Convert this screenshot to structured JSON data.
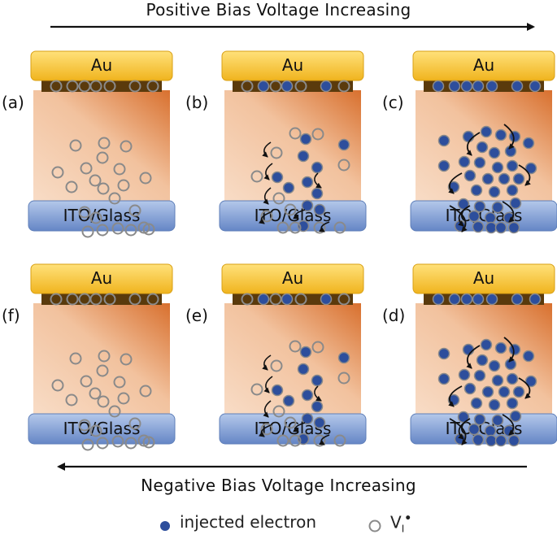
{
  "titles": {
    "top": "Positive Bias Voltage Increasing",
    "bottom": "Negative Bias Voltage Increasing"
  },
  "electrode_labels": {
    "top": "Au",
    "bottom": "ITO/Glass"
  },
  "panels": [
    {
      "id": "a",
      "label": "(a)",
      "row": 1,
      "col": 1,
      "filling": "none"
    },
    {
      "id": "b",
      "label": "(b)",
      "row": 1,
      "col": 2,
      "filling": "partial"
    },
    {
      "id": "c",
      "label": "(c)",
      "row": 1,
      "col": 3,
      "filling": "full"
    },
    {
      "id": "f",
      "label": "(f)",
      "row": 2,
      "col": 1,
      "filling": "none"
    },
    {
      "id": "e",
      "label": "(e)",
      "row": 2,
      "col": 2,
      "filling": "partial"
    },
    {
      "id": "d",
      "label": "(d)",
      "row": 2,
      "col": 3,
      "filling": "full"
    }
  ],
  "legend": {
    "electron_label": "injected electron",
    "vacancy_base": "V",
    "vacancy_sub": "I",
    "vacancy_sup": "•"
  },
  "colors": {
    "gold_top": "#ffe17a",
    "gold_bottom": "#f0b41e",
    "oxide_dark": "#5a3a0c",
    "oxide_light": "#f6d2b6",
    "oxide_edge": "#d86e2e",
    "ito_top": "#a9c0e6",
    "ito_bottom": "#6b8fcb",
    "vacancy_stroke": "#8a8a8a",
    "electron_fill": "#2d4e9c"
  }
}
